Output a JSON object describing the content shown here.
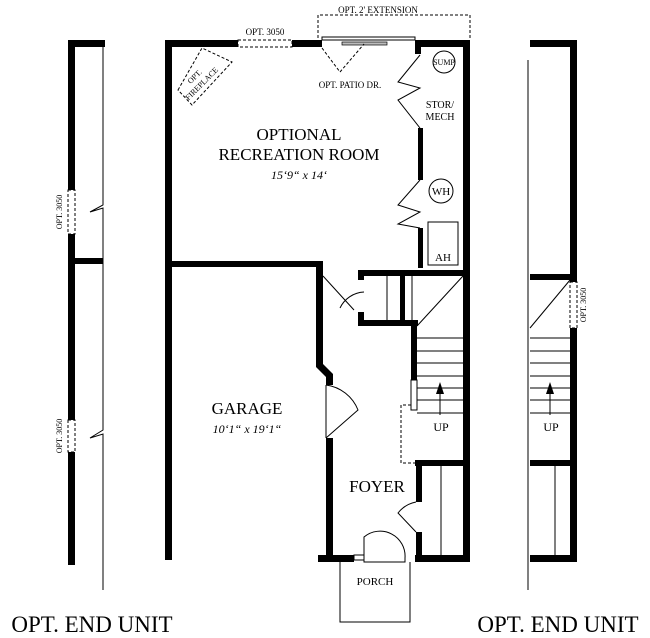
{
  "plan": {
    "opt_extension": "OPT. 2' EXTENSION",
    "opt_window_top": "OPT. 3050",
    "opt_fireplace_line1": "OPT.",
    "opt_fireplace_line2": "FIREPLACE",
    "opt_patio_door": "OPT. PATIO DR.",
    "sump": "SUMP",
    "stor_mech_line1": "STOR/",
    "stor_mech_line2": "MECH",
    "rec_room_line1": "OPTIONAL",
    "rec_room_line2": "RECREATION ROOM",
    "rec_room_dims": "15‘9“ x 14‘",
    "wh": "WH",
    "ah": "AH",
    "garage": "GARAGE",
    "garage_dims": "10‘1“ x 19‘1“",
    "foyer": "FOYER",
    "up_main": "UP",
    "porch": "PORCH",
    "left_window_1": "OPT. 3050",
    "left_window_2": "OPT. 3050",
    "right_window": "OPT. 3050",
    "up_end_unit": "UP",
    "left_end_unit_label": "OPT. END UNIT",
    "right_end_unit_label": "OPT. END UNIT"
  }
}
